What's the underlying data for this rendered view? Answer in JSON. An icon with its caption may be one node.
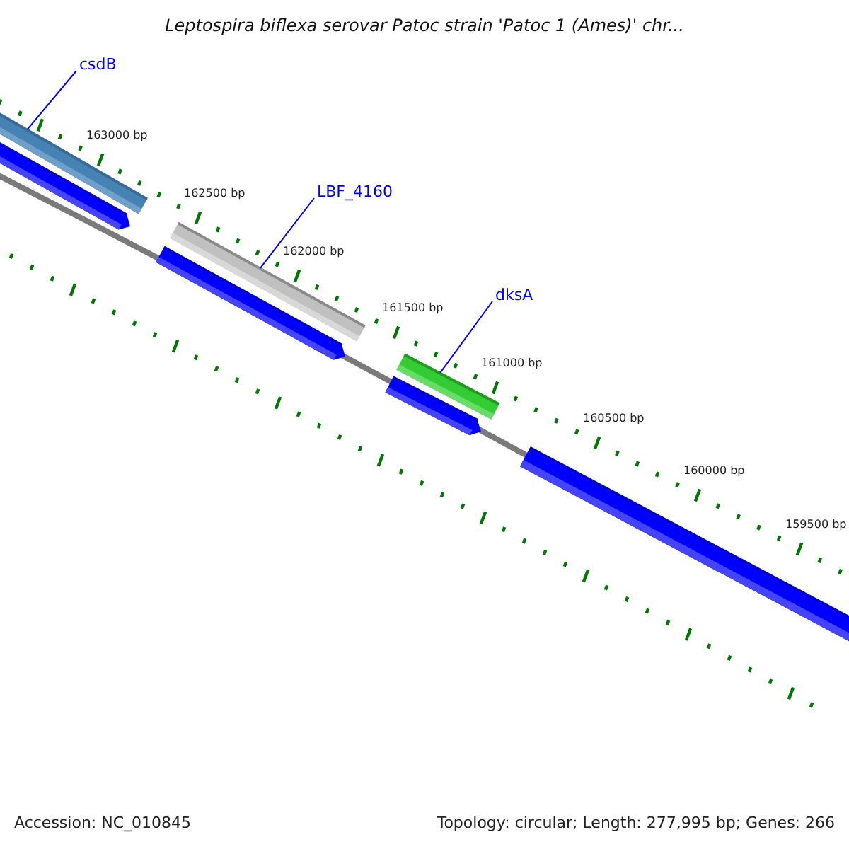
{
  "diagram": {
    "title": "Leptospira biflexa serovar Patoc strain 'Patoc 1 (Ames)' chr...",
    "nodes": [
      {
        "text": [
          "csdB"
        ]
      },
      {
        "text": [],
        "shape": "bar"
      },
      {
        "text": [
          "LBF_4160"
        ]
      },
      {
        "text": [],
        "shape": "bar"
      },
      {
        "text": [
          "dksA"
        ]
      },
      {
        "text": [],
        "shape": "bar"
      }
    ],
    "edges": [
      {
        "from": 0,
        "to": 1,
        "arrow": "none"
      },
      {
        "from": 2,
        "to": 3,
        "arrow": "none"
      },
      {
        "from": 4,
        "to": 5,
        "arrow": "none"
      }
    ],
    "labels": [
      "163000 bp",
      "162500 bp",
      "162000 bp",
      "161500 bp",
      "161000 bp",
      "160500 bp",
      "160000 bp",
      "159500 bp",
      "Accession: NC_010845",
      "Topology: circular; Length: 277,995 bp; Genes: 266"
    ]
  }
}
